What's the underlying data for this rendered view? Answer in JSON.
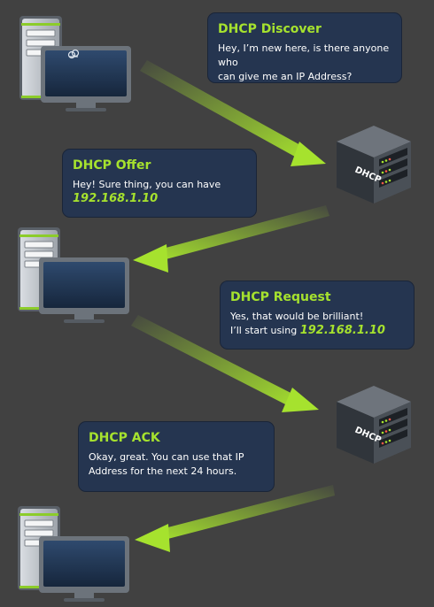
{
  "colors": {
    "background": "#414141",
    "bubble": "#253550",
    "accent_green": "#a6e22e",
    "text": "#ffffff"
  },
  "steps": [
    {
      "title": "DHCP Discover",
      "line1": "Hey, I’m new here, is there anyone who",
      "line2": "can give me an IP Address?"
    },
    {
      "title": "DHCP Offer",
      "line1": "Hey! Sure thing, you can have",
      "ip": "192.168.1.10"
    },
    {
      "title": "DHCP Request",
      "line1": "Yes, that would be brilliant!",
      "line2_prefix": "I’ll start using",
      "ip": "192.168.1.10"
    },
    {
      "title": "DHCP ACK",
      "line1": "Okay, great. You can use that IP",
      "line2": "Address for the next 24 hours."
    }
  ],
  "server_label": "DHCP",
  "icons": [
    "client-computer-icon",
    "dhcp-server-icon",
    "cloud-icon"
  ]
}
